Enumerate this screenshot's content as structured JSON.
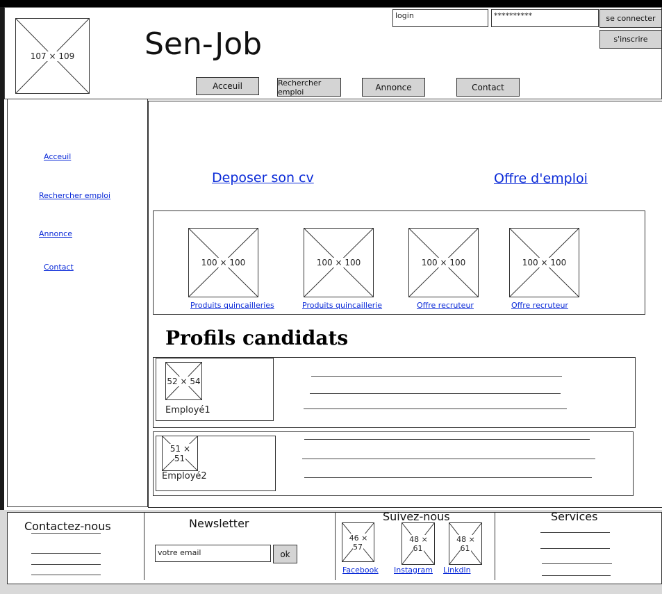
{
  "header": {
    "logo_label": "107 × 109",
    "brand": "Sen-Job",
    "login_value": "login",
    "password_value": "**********",
    "connect_label": "se connecter",
    "register_label": "s'inscrire",
    "nav": [
      {
        "label": "Acceuil"
      },
      {
        "label": "Rechercher emploi"
      },
      {
        "label": "Annonce"
      },
      {
        "label": "Contact"
      }
    ]
  },
  "sidebar": {
    "items": [
      {
        "label": "Acceuil"
      },
      {
        "label": "Rechercher emploi"
      },
      {
        "label": "Annonce"
      },
      {
        "label": "Contact"
      }
    ]
  },
  "main": {
    "cta_cv": "Deposer son cv",
    "cta_jobs": "Offre d'emploi",
    "products": [
      {
        "img": "100 × 100",
        "label": "Produits quincailleries"
      },
      {
        "img": "100 × 100",
        "label": "Produits quincaillerie"
      },
      {
        "img": "100 × 100",
        "label": "Offre recruteur"
      },
      {
        "img": "100 × 100",
        "label": "Offre recruteur"
      }
    ],
    "profiles_title": "Profils candidats",
    "profiles": [
      {
        "img": "52 × 54",
        "name": "Employé1"
      },
      {
        "img": "51 × 51",
        "name": "Employé2"
      }
    ]
  },
  "footer": {
    "contact_title": "Contactez-nous",
    "newsletter_title": "Newsletter",
    "email_placeholder": "votre email",
    "ok_label": "ok",
    "follow_title": "Suivez-nous",
    "socials": [
      {
        "img": "46 × 57",
        "label": "Facebook"
      },
      {
        "img": "48 × 61",
        "label": "Instagram"
      },
      {
        "img": "48 × 61",
        "label": "Linkdln"
      }
    ],
    "services_title": "Services"
  }
}
